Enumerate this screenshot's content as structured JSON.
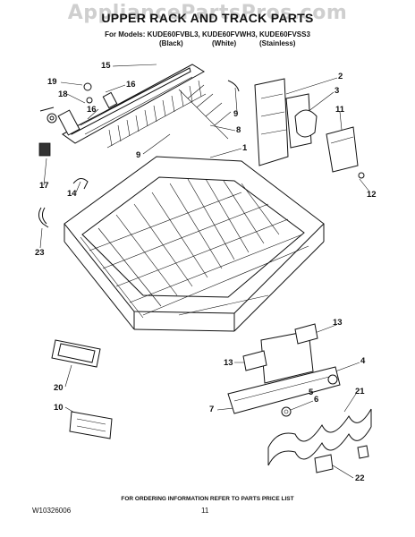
{
  "watermark": "AppliancePartsPros.com",
  "title": "UPPER RACK AND TRACK PARTS",
  "models_line": "For Models: KUDE60FVBL3, KUDE60FVWH3, KUDE60FVSS3",
  "variants": [
    "(Black)",
    "(White)",
    "(Stainless)"
  ],
  "callouts": {
    "c1": "1",
    "c2": "2",
    "c3": "3",
    "c4": "4",
    "c5": "5",
    "c6": "6",
    "c7": "7",
    "c8": "8",
    "c9a": "9",
    "c9b": "9",
    "c10": "10",
    "c11": "11",
    "c12": "12",
    "c13a": "13",
    "c13b": "13",
    "c14": "14",
    "c15": "15",
    "c16a": "16",
    "c16b": "16",
    "c17": "17",
    "c18": "18",
    "c19": "19",
    "c20": "20",
    "c21": "21",
    "c22": "22",
    "c23": "23"
  },
  "footer_note": "FOR ORDERING INFORMATION REFER TO PARTS PRICE LIST",
  "doc_id": "W10326006",
  "page_number": "11"
}
